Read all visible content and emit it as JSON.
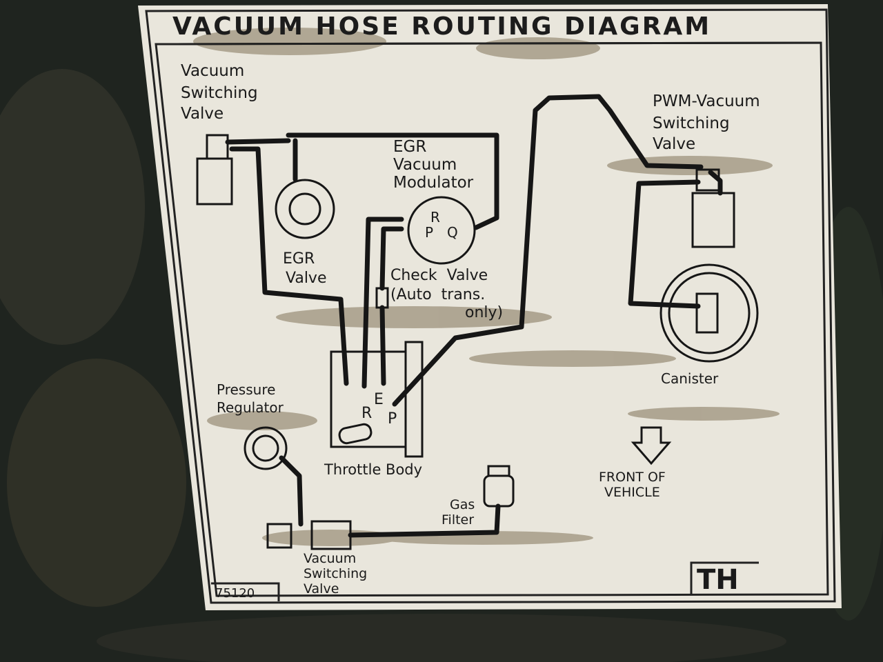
{
  "title": "VACUUM HOSE ROUTING DIAGRAM",
  "labels": {
    "vsv_top_1": "Vacuum",
    "vsv_top_2": "Switching",
    "vsv_top_3": "Valve",
    "egr_mod_1": "EGR",
    "egr_mod_2": "Vacuum",
    "egr_mod_3": "Modulator",
    "egr_valve_1": "EGR",
    "egr_valve_2": "Valve",
    "check_1": "Check  Valve",
    "check_2": "(Auto  trans.",
    "check_3": "only)",
    "pwm_1": "PWM-Vacuum",
    "pwm_2": "Switching",
    "pwm_3": "Valve",
    "canister": "Canister",
    "pressure_1": "Pressure",
    "pressure_2": "Regulator",
    "throttle": "Throttle Body",
    "gas_1": "Gas",
    "gas_2": "Filter",
    "front_1": "FRONT OF",
    "front_2": "VEHICLE",
    "vsv_bot_1": "Vacuum",
    "vsv_bot_2": "Switching",
    "vsv_bot_3": "Valve",
    "part_no": "75120",
    "code": "TH"
  },
  "port_letters": {
    "mod_r": "R",
    "mod_p": "P",
    "mod_q": "Q",
    "tb_e": "E",
    "tb_r": "R",
    "tb_p": "P"
  },
  "colors": {
    "background": "#1f241f",
    "label_face": "#e9e6dc",
    "ink": "#161616",
    "grime": "#6b5a3c"
  }
}
